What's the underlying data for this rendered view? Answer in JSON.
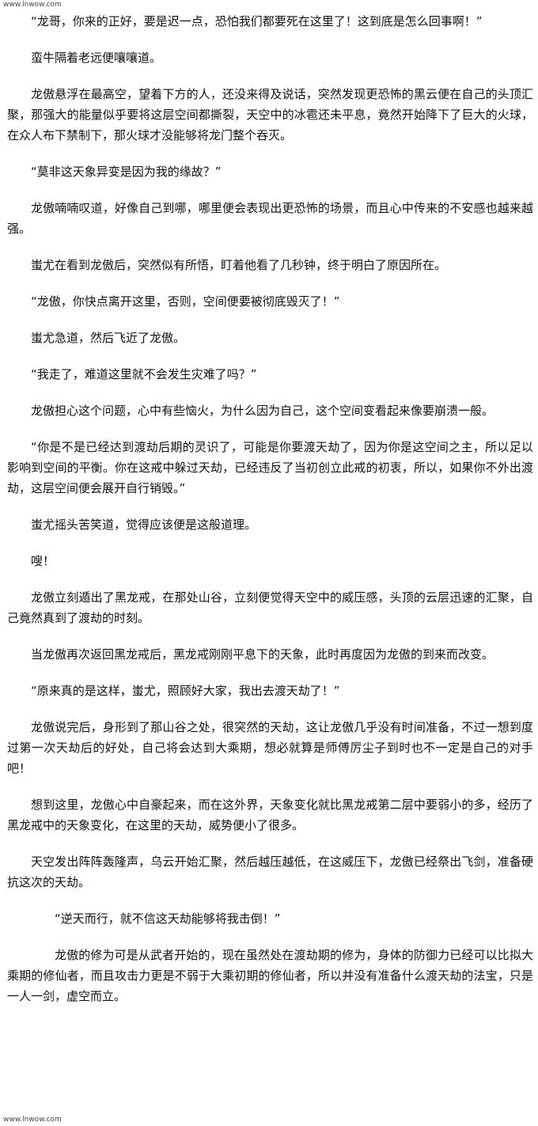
{
  "watermark": {
    "top": "www.lnwow.com",
    "bottom": "www.lnwow.com"
  },
  "paragraphs": [
    "“龙哥，你来的正好，要是迟一点，恐怕我们都要死在这里了！这到底是怎么回事啊！”",
    "蛮牛隔着老远便嚷嚷道。",
    "龙傲悬浮在最高空，望着下方的人，还没来得及说话，突然发现更恐怖的黑云便在自己的头顶汇聚，那强大的能量似乎要将这层空间都撕裂，天空中的冰雹还未平息，竟然开始降下了巨大的火球，在众人布下禁制下，那火球才没能够将龙门整个吞灭。",
    "“莫非这天象异变是因为我的缘故？”",
    "龙傲喃喃叹道，好像自己到哪，哪里便会表现出更恐怖的场景，而且心中传来的不安感也越来越强。",
    "蚩尤在看到龙傲后，突然似有所悟，盯着他看了几秒钟，终于明白了原因所在。",
    "“龙傲，你快点离开这里，否则，空间便要被彻底毁灭了！”",
    "蚩尤急道，然后飞近了龙傲。",
    "“我走了，难道这里就不会发生灾难了吗？”",
    "龙傲担心这个问题，心中有些恼火，为什么因为自己，这个空间变看起来像要崩溃一般。",
    "“你是不是已经达到渡劫后期的灵识了，可能是你要渡天劫了，因为你是这空间之主，所以足以影响到空间的平衡。你在这戒中躲过天劫，已经违反了当初创立此戒的初衷，所以，如果你不外出渡劫，这层空间便会展开自行销毁。”",
    "蚩尤摇头苦笑道，觉得应该便是这般道理。",
    "嗖！",
    "龙傲立刻遁出了黑龙戒，在那处山谷，立刻便觉得天空中的威压感，头顶的云层迅速的汇聚，自己竟然真到了渡劫的时刻。",
    "当龙傲再次返回黑龙戒后，黑龙戒刚刚平息下的天象，此时再度因为龙傲的到来而改变。",
    "“原来真的是这样，蚩尤，照顾好大家，我出去渡天劫了！”",
    "龙傲说完后，身形到了那山谷之处，很突然的天劫，这让龙傲几乎没有时间准备，不过一想到度过第一次天劫后的好处，自己将会达到大乘期，想必就算是师傅厉尘子到时也不一定是自己的对手吧！",
    "想到这里，龙傲心中自豪起来，而在这外界，天象变化就比黑龙戒第二层中要弱小的多，经历了黑龙戒中的天象变化，在这里的天劫，威势便小了很多。",
    "天空发出阵阵轰隆声，乌云开始汇聚，然后越压越低，在这威压下，龙傲已经祭出飞剑，准备硬抗这次的天劫。",
    "“逆天而行，就不信这天劫能够将我击倒！”",
    "龙傲的修为可是从武者开始的，现在虽然处在渡劫期的修为，身体的防御力已经可以比拟大乘期的修仙者，而且攻击力更是不弱于大乘初期的修仙者，所以并没有准备什么渡天劫的法宝，只是一人一剑，虚空而立。"
  ]
}
